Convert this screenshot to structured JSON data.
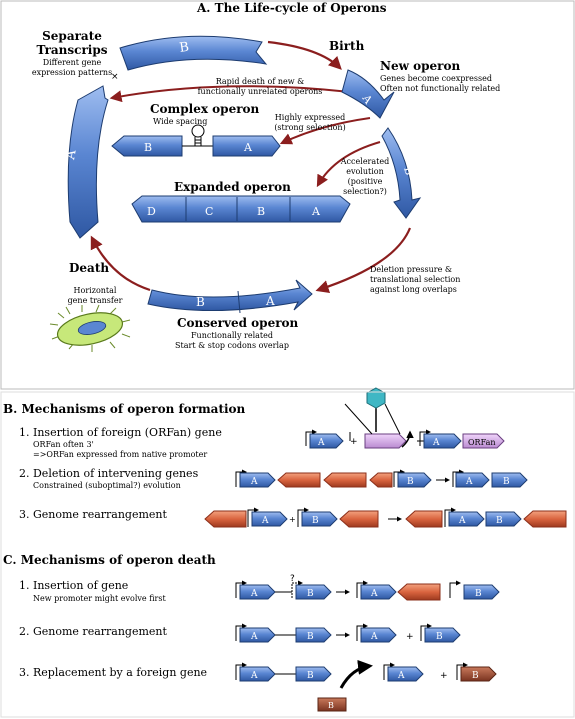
{
  "sectionA": {
    "title": "A. The Life-cycle of Operons",
    "separate": {
      "title1": "Separate",
      "title2": "Transcrips",
      "sub1": "Different gene",
      "sub2": "expression patterns"
    },
    "birth": "Birth",
    "new_operon": {
      "title": "New operon",
      "sub1": "Genes become coexpressed",
      "sub2": "Often not functionally related"
    },
    "rapid_death": {
      "line1": "Rapid death of new &",
      "line2": "functionally unrelated operons"
    },
    "complex": {
      "title": "Complex operon",
      "sub": "Wide spacing"
    },
    "highly": {
      "line1": "Highly expressed",
      "line2": "(strong selection)"
    },
    "accelerated": {
      "line1": "Accelerated",
      "line2": "evolution",
      "line3": "(positive",
      "line4": "selection?)"
    },
    "expanded": "Expanded operon",
    "death": "Death",
    "horizontal": {
      "line1": "Horizontal",
      "line2": "gene transfer"
    },
    "deletion_pressure": {
      "line1": "Deletion pressure &",
      "line2": "translational selection",
      "line3": "against long overlaps"
    },
    "conserved": {
      "title": "Conserved operon",
      "sub1": "Functionally related",
      "sub2": "Start & stop codons overlap"
    },
    "cross": "×",
    "labels": {
      "A": "A",
      "B": "B",
      "C": "C",
      "D": "D"
    }
  },
  "sectionB": {
    "title": "B. Mechanisms of operon formation",
    "item1": {
      "title": "1.  Insertion of foreign (ORFan) gene",
      "sub1": "ORFan often 3'",
      "sub2": "=>ORFan expressed from native promoter"
    },
    "item2": {
      "title": "2.  Deletion of intervening genes",
      "sub": "Constrained (suboptimal?) evolution"
    },
    "item3": {
      "title": "3.  Genome rearrangement"
    },
    "orfan": "ORFan",
    "plus": "+"
  },
  "sectionC": {
    "title": "C. Mechanisms of operon death",
    "item1": {
      "title": "1.  Insertion of gene",
      "sub": "New promoter might evolve first"
    },
    "item2": {
      "title": "2.  Genome rearrangement"
    },
    "item3": {
      "title": "3.  Replacement by a foreign gene"
    },
    "question": "?",
    "plus": "+"
  },
  "colors": {
    "blue": "#4f7fc9",
    "blue_dark": "#2b4f8e",
    "red": "#d9643f",
    "red_dark": "#8b2f1a",
    "brown": "#9a4a34",
    "pink": "#d5a6e6",
    "arrow": "#8b1e1e",
    "phage": "#3fb7c4",
    "bacterium": "#b9e06a"
  }
}
